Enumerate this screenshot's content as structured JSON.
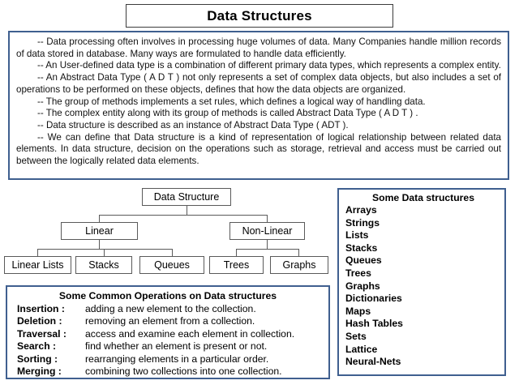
{
  "title": {
    "text": "Data Structures"
  },
  "intro": {
    "paragraphs": [
      "-- Data processing often involves in processing huge volumes of data. Many Companies handle million records of data stored in database. Many ways are formulated to handle data efficiently.",
      "-- An User-defined data type is a combination of different primary data types, which represents a complex entity.",
      "-- An Abstract Data Type ( A D T ) not only represents a set of complex data objects, but also includes a set of operations to be performed on these objects, defines that how the data objects are organized.",
      "-- The group of methods implements a set rules, which defines a logical way of handling data.",
      "-- The complex entity along with its group of methods is called Abstract Data Type ( A D T ) .",
      "-- Data structure is described as an instance of Abstract Data Type ( ADT ).",
      "-- We can define that Data structure is a kind of representation of logical relationship between related data elements. In data structure, decision on the operations such as storage, retrieval and access must be carried out between the logically related data elements."
    ]
  },
  "tree": {
    "root": "Data Structure",
    "branches": [
      {
        "label": "Linear",
        "children": [
          "Linear Lists",
          "Stacks",
          "Queues"
        ]
      },
      {
        "label": "Non-Linear",
        "children": [
          "Trees",
          "Graphs"
        ]
      }
    ],
    "nodes": {
      "root": "Data Structure",
      "linear": "Linear",
      "nonlinear": "Non-Linear",
      "linear_lists": "Linear Lists",
      "stacks": "Stacks",
      "queues": "Queues",
      "trees": "Trees",
      "graphs": "Graphs"
    }
  },
  "operations": {
    "title": "Some Common Operations on Data structures",
    "rows": [
      {
        "label": "Insertion :",
        "desc": "adding a new element to the collection."
      },
      {
        "label": "Deletion :",
        "desc": "removing an element from a collection."
      },
      {
        "label": "Traversal :",
        "desc": "access and examine each element in collection."
      },
      {
        "label": "Search :",
        "desc": "find whether an element is present or not."
      },
      {
        "label": "Sorting :",
        "desc": "rearranging elements in a particular order."
      },
      {
        "label": "Merging :",
        "desc": "combining two collections into one collection."
      }
    ]
  },
  "ds_list": {
    "title": "Some Data structures",
    "items": [
      "Arrays",
      "Strings",
      "Lists",
      "Stacks",
      "Queues",
      "Trees",
      "Graphs",
      "Dictionaries",
      "Maps",
      "Hash Tables",
      "Sets",
      "Lattice",
      "Neural-Nets"
    ]
  },
  "colors": {
    "box_border_blue": "#3f5f8f",
    "node_border_gray": "#5a5a5a",
    "title_border": "#3c3c3c",
    "background": "#ffffff",
    "text": "#000000"
  }
}
